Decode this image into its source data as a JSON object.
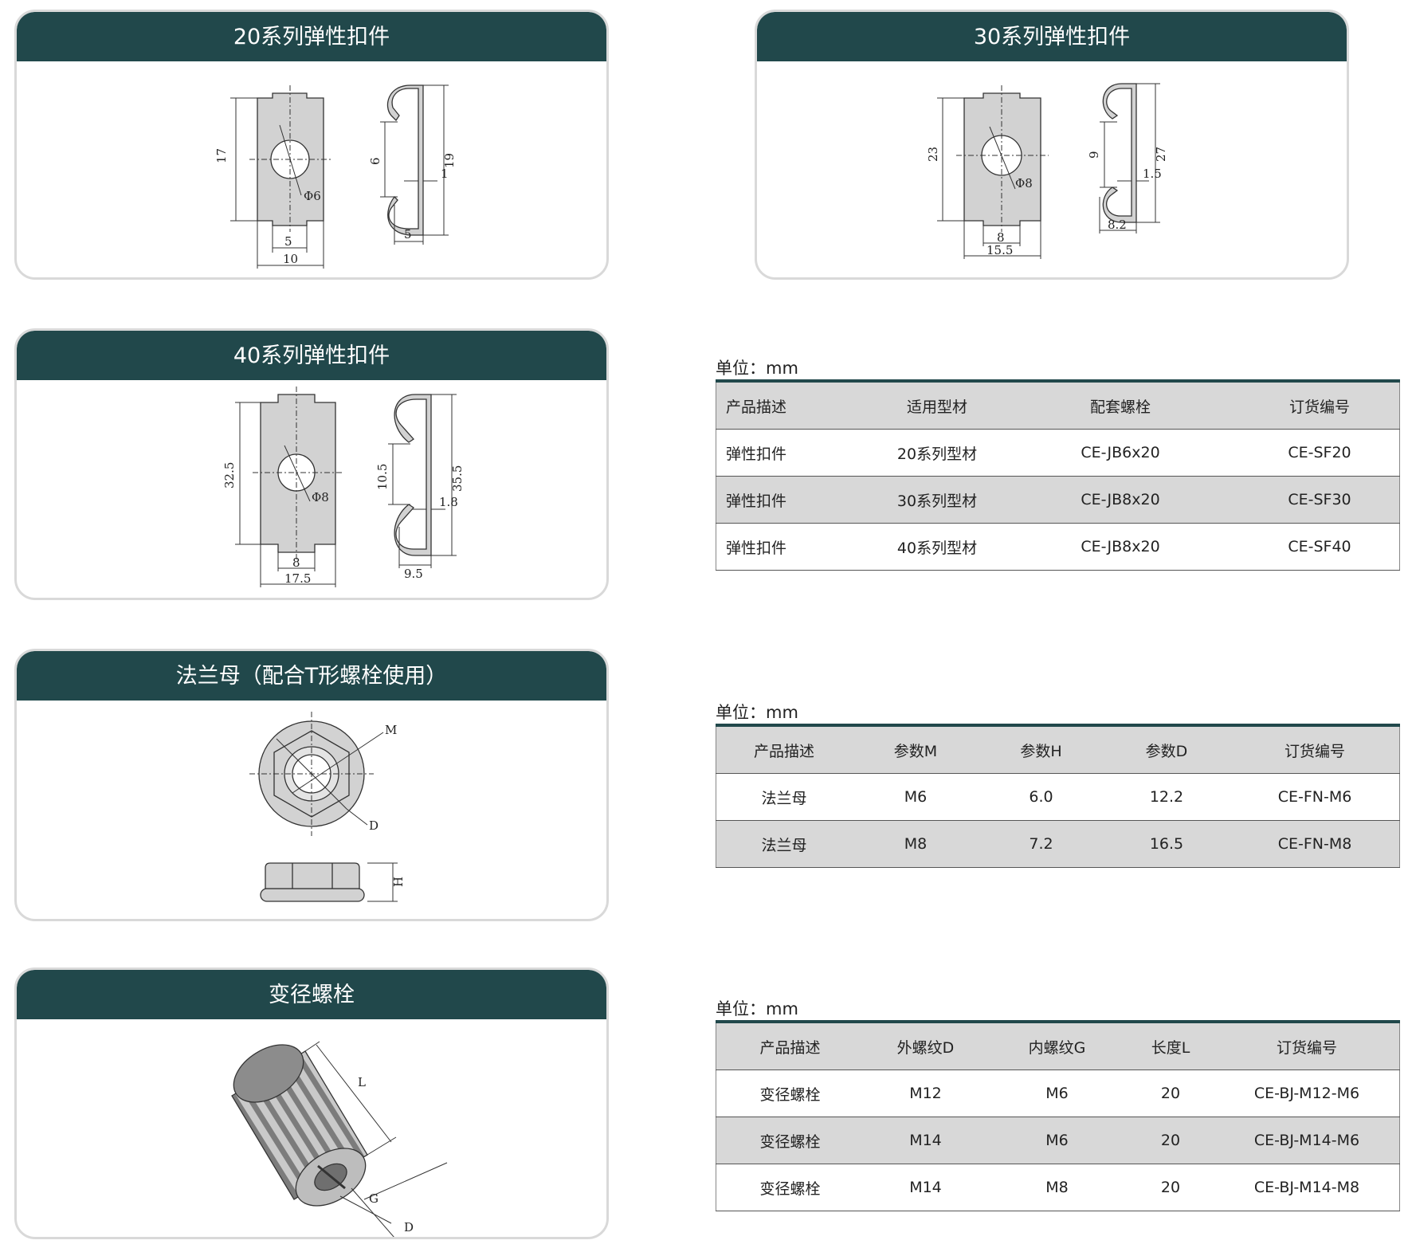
{
  "cards": {
    "c20": {
      "title": "20系列弹性扣件",
      "dims": {
        "h": "17",
        "dia": "Φ6",
        "w_inner": "5",
        "w": "10",
        "gap": "6",
        "height": "19",
        "t": "1",
        "depth": "5"
      }
    },
    "c30": {
      "title": "30系列弹性扣件",
      "dims": {
        "h": "23",
        "dia": "Φ8",
        "w_inner": "8",
        "w": "15.5",
        "gap": "9",
        "height": "27",
        "t": "1.5",
        "depth": "8.2"
      }
    },
    "c40": {
      "title": "40系列弹性扣件",
      "dims": {
        "h": "32.5",
        "dia": "Φ8",
        "w_inner": "8",
        "w": "17.5",
        "gap": "10.5",
        "height": "35.5",
        "t": "1.8",
        "depth": "9.5"
      }
    },
    "flange": {
      "title": "法兰母（配合T形螺栓使用）",
      "dims": {
        "m": "M",
        "d": "D",
        "h": "H"
      }
    },
    "reducer": {
      "title": "变径螺栓",
      "dims": {
        "l": "L",
        "g": "G",
        "d": "D"
      }
    }
  },
  "tables": {
    "clip": {
      "unit": "单位：mm",
      "headers": [
        "产品描述",
        "适用型材",
        "配套螺栓",
        "订货编号"
      ],
      "rows": [
        [
          "弹性扣件",
          "20系列型材",
          "CE-JB6x20",
          "CE-SF20"
        ],
        [
          "弹性扣件",
          "30系列型材",
          "CE-JB8x20",
          "CE-SF30"
        ],
        [
          "弹性扣件",
          "40系列型材",
          "CE-JB8x20",
          "CE-SF40"
        ]
      ]
    },
    "flange": {
      "unit": "单位：mm",
      "headers": [
        "产品描述",
        "参数M",
        "参数H",
        "参数D",
        "订货编号"
      ],
      "rows": [
        [
          "法兰母",
          "M6",
          "6.0",
          "12.2",
          "CE-FN-M6"
        ],
        [
          "法兰母",
          "M8",
          "7.2",
          "16.5",
          "CE-FN-M8"
        ]
      ]
    },
    "reducer": {
      "unit": "单位：mm",
      "headers": [
        "产品描述",
        "外螺纹D",
        "内螺纹G",
        "长度L",
        "订货编号"
      ],
      "rows": [
        [
          "变径螺栓",
          "M12",
          "M6",
          "20",
          "CE-BJ-M12-M6"
        ],
        [
          "变径螺栓",
          "M14",
          "M6",
          "20",
          "CE-BJ-M14-M6"
        ],
        [
          "变径螺栓",
          "M14",
          "M8",
          "20",
          "CE-BJ-M14-M8"
        ]
      ]
    }
  },
  "colors": {
    "header": "#21484b",
    "part_fill": "#d2d2d2",
    "row_gray": "#d8d8d8"
  }
}
